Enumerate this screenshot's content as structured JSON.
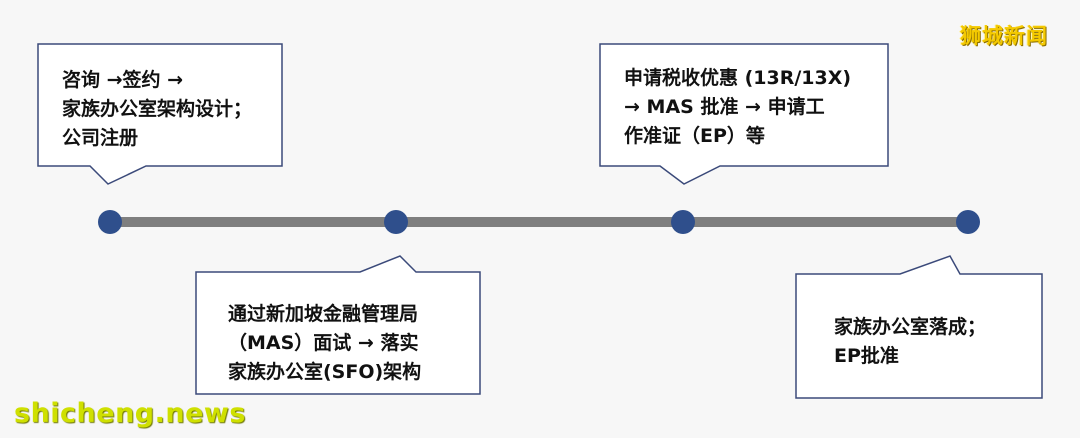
{
  "watermark": "狮城新闻",
  "footer": "shicheng.news",
  "stages": [
    {
      "lines": [
        "咨询 →签约 →",
        "家族办公室架构设计；",
        "公司注册"
      ]
    },
    {
      "lines": [
        "通过新加坡金融管理局",
        "（MAS）面试 → 落实",
        "家族办公室(SFO)架构"
      ]
    },
    {
      "lines": [
        "申请税收优惠 (13R/13X)",
        "→ MAS 批准 → 申请工",
        "作准证（EP）等"
      ]
    },
    {
      "lines": [
        "家族办公室落成；",
        "EP批准"
      ]
    }
  ],
  "colors": {
    "line": "#7f7f7f",
    "node": "#2f4f8c",
    "callout_border": "#3b4a7a",
    "callout_fill": "#ffffff"
  }
}
